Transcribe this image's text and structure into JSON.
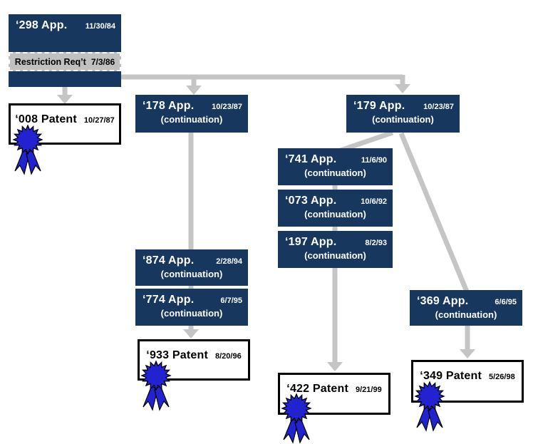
{
  "colors": {
    "app_box_navy": "#17375E",
    "connector_gray": "#C5C5C5",
    "restriction_strip_gray": "#C0C0C0",
    "ribbon_blue": "#2222D0",
    "patent_border_black": "#000000"
  },
  "nodes": {
    "app298": {
      "label": "‘298 App.",
      "date": "11/30/84"
    },
    "restriction": {
      "label": "Restriction Req’t",
      "date": "7/3/86"
    },
    "patent008": {
      "label": "‘008 Patent",
      "date": "10/27/87"
    },
    "app178": {
      "label": "‘178 App.",
      "date": "10/23/87",
      "sub": "(continuation)"
    },
    "app179": {
      "label": "‘179 App.",
      "date": "10/23/87",
      "sub": "(continuation)"
    },
    "app741": {
      "label": "‘741 App.",
      "date": "11/6/90",
      "sub": "(continuation)"
    },
    "app073": {
      "label": "‘073 App.",
      "date": "10/6/92",
      "sub": "(continuation)"
    },
    "app197": {
      "label": "‘197 App.",
      "date": "8/2/93",
      "sub": "(continuation)"
    },
    "app874": {
      "label": "‘874 App.",
      "date": "2/28/94",
      "sub": "(continuation)"
    },
    "app774": {
      "label": "‘774 App.",
      "date": "6/7/95",
      "sub": "(continuation)"
    },
    "patent933": {
      "label": "‘933 Patent",
      "date": "8/20/96"
    },
    "app369": {
      "label": "‘369 App.",
      "date": "6/6/95",
      "sub": "(continuation)"
    },
    "patent422": {
      "label": "‘422 Patent",
      "date": "9/21/99"
    },
    "patent349": {
      "label": "‘349 Patent",
      "date": "5/26/98"
    }
  }
}
